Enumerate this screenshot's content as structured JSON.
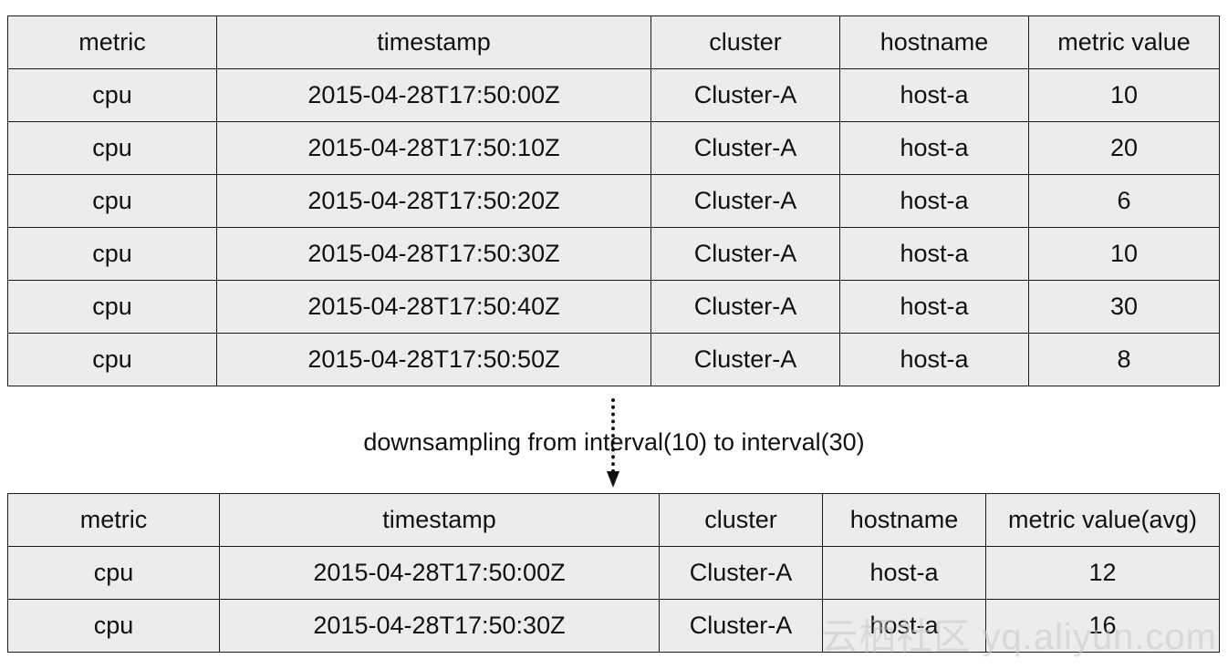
{
  "top_table": {
    "headers": [
      "metric",
      "timestamp",
      "cluster",
      "hostname",
      "metric value"
    ],
    "rows": [
      [
        "cpu",
        "2015-04-28T17:50:00Z",
        "Cluster-A",
        "host-a",
        "10"
      ],
      [
        "cpu",
        "2015-04-28T17:50:10Z",
        "Cluster-A",
        "host-a",
        "20"
      ],
      [
        "cpu",
        "2015-04-28T17:50:20Z",
        "Cluster-A",
        "host-a",
        "6"
      ],
      [
        "cpu",
        "2015-04-28T17:50:30Z",
        "Cluster-A",
        "host-a",
        "10"
      ],
      [
        "cpu",
        "2015-04-28T17:50:40Z",
        "Cluster-A",
        "host-a",
        "30"
      ],
      [
        "cpu",
        "2015-04-28T17:50:50Z",
        "Cluster-A",
        "host-a",
        "8"
      ]
    ]
  },
  "caption": "downsampling from interval(10) to interval(30)",
  "bottom_table": {
    "headers": [
      "metric",
      "timestamp",
      "cluster",
      "hostname",
      "metric value(avg)"
    ],
    "rows": [
      [
        "cpu",
        "2015-04-28T17:50:00Z",
        "Cluster-A",
        "host-a",
        "12"
      ],
      [
        "cpu",
        "2015-04-28T17:50:30Z",
        "Cluster-A",
        "host-a",
        "16"
      ]
    ]
  },
  "watermark": "云栖社区 yq.aliyun.com",
  "colors": {
    "cell_background": "#ececec",
    "border": "#1a1a1a",
    "text": "#111111"
  }
}
